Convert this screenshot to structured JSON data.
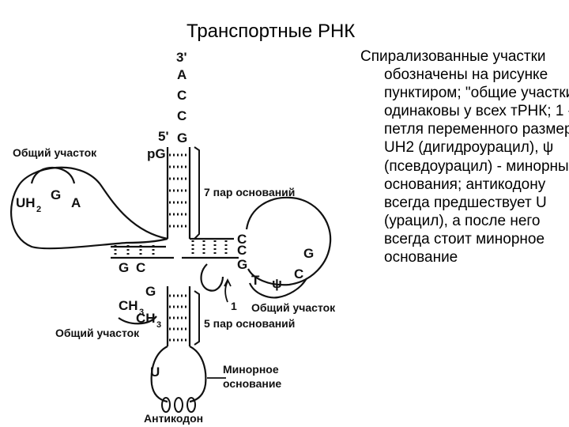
{
  "title": "Транспортные РНК",
  "description": "Спирализованные участки обозначены на рисунке пунктиром; \"общие участки\" одинаковы у всех тРНК; 1 - петля переменного размера; UH2 (дигидроурацил), ψ (псевдоурацил) - минорные основания; антикодону всегда предшествует U (урацил), а после него всегда стоит минорное основание",
  "diagram": {
    "acceptor_end": {
      "three_prime": "3'",
      "n1": "A",
      "n2": "C",
      "n3": "C",
      "n4": "G",
      "five_prime": "5'",
      "pG": "pG"
    },
    "labels": {
      "common_region_1": "Общий участок",
      "common_region_2": "Общий участок",
      "common_region_3": "Общий участок",
      "seven_pairs": "7 пар оснований",
      "five_pairs": "5 пар оснований",
      "minor_base_line1": "Минорное",
      "minor_base_line2": "основание",
      "anticodon": "Антикодон",
      "loop_number": "1"
    },
    "d_arm": {
      "uh": "UH",
      "uh_sub": "2",
      "g": "G",
      "a": "A",
      "stem_g": "G",
      "stem_c": "C"
    },
    "t_arm": {
      "c1": "C",
      "c2": "C",
      "g1": "G",
      "g2": "G",
      "t": "T",
      "psi": "ψ",
      "c3": "C"
    },
    "anticodon_arm": {
      "g": "G",
      "ch": "CH",
      "ch_sub": "3",
      "ch2": "CH",
      "ch2_sub": "3",
      "u": "U"
    }
  }
}
